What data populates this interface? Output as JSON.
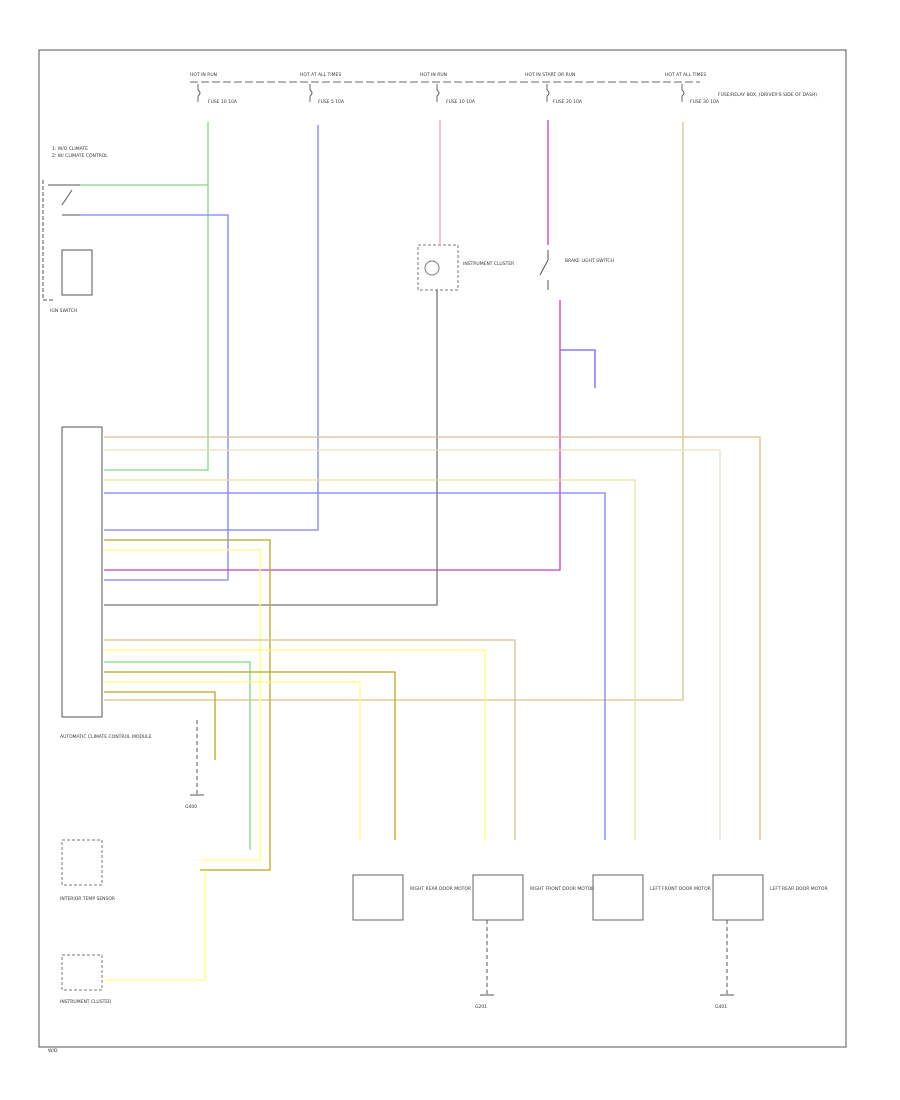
{
  "colors": {
    "green": "#7fd97f",
    "blue": "#7f7fff",
    "pink": "#f2a0b4",
    "magenta": "#c040c0",
    "violet": "#7a5cff",
    "tan": "#dcc08a",
    "yellow": "#ffff7a",
    "olive": "#b8a820",
    "gray": "#777777"
  },
  "top_sources": [
    {
      "label": "HOT IN RUN",
      "fuse": "FUSE 10 10A"
    },
    {
      "label": "HOT AT ALL TIMES",
      "fuse": "FUSE 5 10A"
    },
    {
      "label": "HOT IN RUN",
      "fuse": "FUSE 10 10A"
    },
    {
      "label": "HOT IN START OR RUN",
      "fuse": "FUSE 20 10A"
    },
    {
      "label": "HOT AT ALL TIMES",
      "fuse": "FUSE 30 10A"
    }
  ],
  "notes": {
    "top_left_1": "1: W/O CLIMATE",
    "top_left_2": "2: W/ CLIMATE CONTROL",
    "top_right": "FUSE/RELAY BOX, (DRIVER'S SIDE OF DASH)",
    "ign_switch": "IGN SWITCH",
    "instrument_cluster": "INSTRUMENT CLUSTER",
    "brake_switch": "BRAKE LIGHT SWITCH",
    "module": "AUTOMATIC CLIMATE CONTROL MODULE",
    "sensor_lower": "INTERIOR TEMP SENSOR",
    "cluster_lower": "INSTRUMENT CLUSTER",
    "ground_left": "G400",
    "ground_mid": "G201",
    "ground_right": "G401",
    "motor_1": "RIGHT REAR DOOR MOTOR",
    "motor_2": "RIGHT FRONT DOOR MOTOR",
    "motor_3": "LEFT FRONT DOOR MOTOR",
    "motor_4": "LEFT REAR DOOR MOTOR",
    "footer": "W/D"
  }
}
